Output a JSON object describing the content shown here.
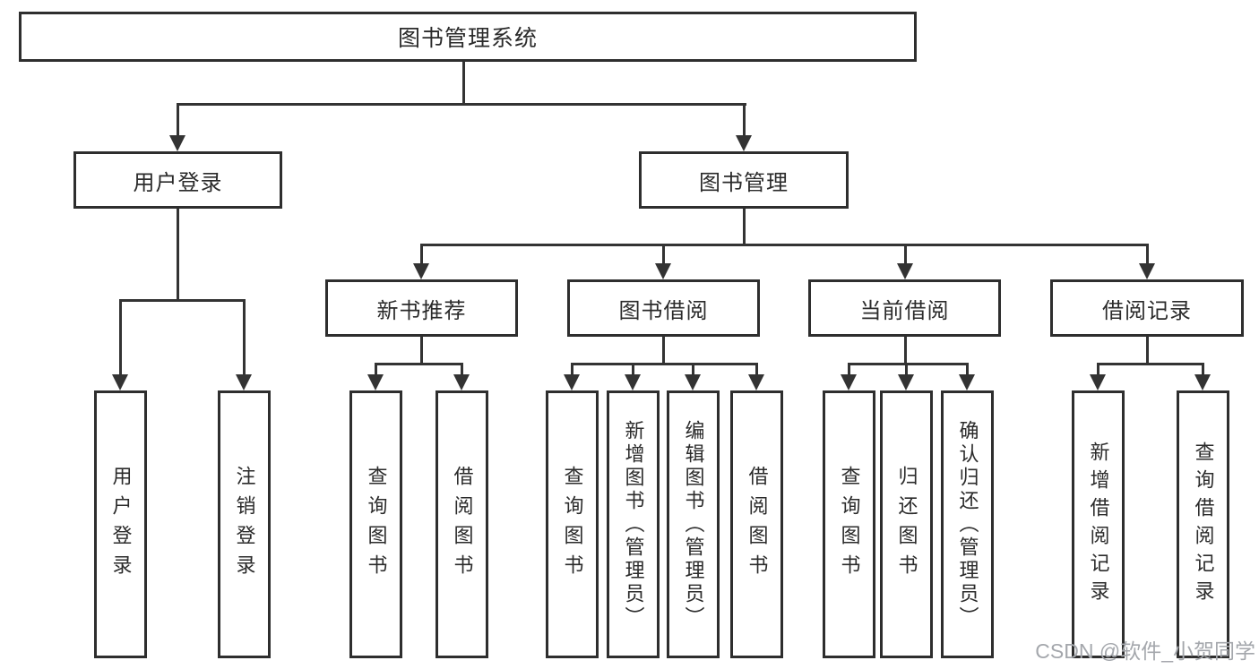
{
  "diagram": {
    "root": "图书管理系统",
    "level2": {
      "user_login": "用户登录",
      "book_mgmt": "图书管理"
    },
    "level3": {
      "new_book_rec": "新书推荐",
      "book_borrow": "图书借阅",
      "current_borrow": "当前借阅",
      "borrow_record": "借阅记录"
    },
    "leaves": [
      "用户登录",
      "注销登录",
      "查询图书",
      "借阅图书",
      "查询图书",
      "新增图书（管理员）",
      "编辑图书（管理员）",
      "借阅图书",
      "查询图书",
      "归还图书",
      "确认归还（管理员）",
      "新增借阅记录",
      "查询借阅记录"
    ],
    "line_color": "#333333",
    "border_color": "#2e2e2e"
  },
  "watermark": {
    "text": "CSDN @软件_小贺同学",
    "color": "#a4a7ac"
  }
}
